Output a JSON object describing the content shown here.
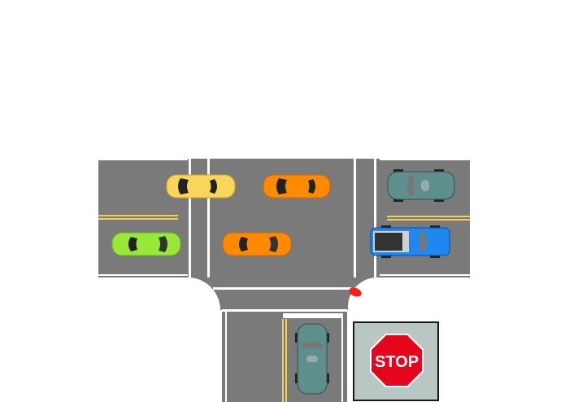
{
  "scene": {
    "type": "intersection-illustration",
    "colors": {
      "road": "#7a7a7a",
      "lane_line": "#ffffff",
      "center_line": "#f1cf5a",
      "background": "#ffffff",
      "stop_panel": "#b9c6c4",
      "stop_red": "#e3061d"
    }
  },
  "vehicles": [
    {
      "name": "yellow-car",
      "color": "#f7d65a",
      "facing": "left",
      "lane": "top-left road, upper lane"
    },
    {
      "name": "orange-car-top",
      "color": "#ff8a00",
      "facing": "left",
      "lane": "crossing, upper lane"
    },
    {
      "name": "green-car",
      "color": "#98e83a",
      "facing": "right",
      "lane": "left road, lower lane"
    },
    {
      "name": "orange-car-bottom",
      "color": "#ff8a00",
      "facing": "right",
      "lane": "crossing, lower lane"
    },
    {
      "name": "teal-suv-right",
      "color": "#5f8f8c",
      "facing": "left",
      "lane": "right road, upper lane"
    },
    {
      "name": "blue-pickup",
      "color": "#1e88f0",
      "facing": "right",
      "lane": "right road, lower lane"
    },
    {
      "name": "teal-suv-bottom",
      "color": "#5f8f8c",
      "facing": "up",
      "lane": "bottom road, right lane"
    }
  ],
  "sign": {
    "text": "STOP",
    "shape": "octagon"
  },
  "marker": {
    "name": "red-reflector",
    "color": "#ff1a1a"
  }
}
